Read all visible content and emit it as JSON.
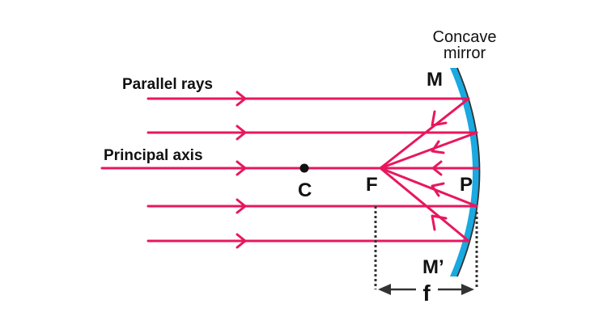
{
  "diagram": {
    "title": "Concave mirror – reflection of parallel rays through focus",
    "colors": {
      "ray": "#e8175d",
      "mirror": "#1aa9e0",
      "mirror_edge": "#333333",
      "text": "#111111",
      "dimension": "#333333"
    },
    "labels": {
      "mirror": [
        "Concave",
        "mirror"
      ],
      "parallel_rays": "Parallel rays",
      "principal_axis": "Principal axis",
      "top_edge": "M",
      "bottom_edge": "M’",
      "pole": "P",
      "focus": "F",
      "centre_of_curvature": "C",
      "focal_length": "f"
    },
    "rays": [
      {
        "name": "ray-1",
        "role": "parallel incident ray, reflected through F"
      },
      {
        "name": "ray-2",
        "role": "parallel incident ray, reflected through F"
      },
      {
        "name": "ray-3",
        "role": "principal axis ray, reflected back along axis"
      },
      {
        "name": "ray-4",
        "role": "parallel incident ray, reflected through F"
      },
      {
        "name": "ray-5",
        "role": "parallel incident ray, reflected through F"
      }
    ]
  }
}
